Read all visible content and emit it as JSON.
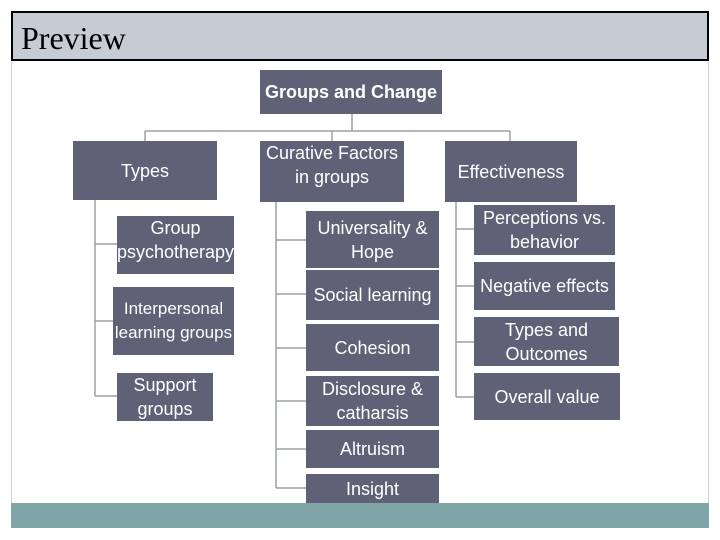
{
  "title": "Preview",
  "root": "Groups and Change",
  "branches": [
    {
      "label": "Types",
      "children": [
        "Group psychotherapy",
        "Interpersonal learning groups",
        "Support groups"
      ]
    },
    {
      "label": "Curative Factors in groups",
      "children": [
        "Universality & Hope",
        "Social learning",
        "Cohesion",
        "Disclosure & catharsis",
        "Altruism",
        "Insight"
      ]
    },
    {
      "label": "Effectiveness",
      "children": [
        "Perceptions vs. behavior",
        "Negative effects",
        "Types and Outcomes",
        "Overall value"
      ]
    }
  ],
  "colors": {
    "node": "#5f6276",
    "title_bar": "#c5ccd4",
    "footer": "#7fa5a7",
    "line": "#9aa0a6"
  }
}
